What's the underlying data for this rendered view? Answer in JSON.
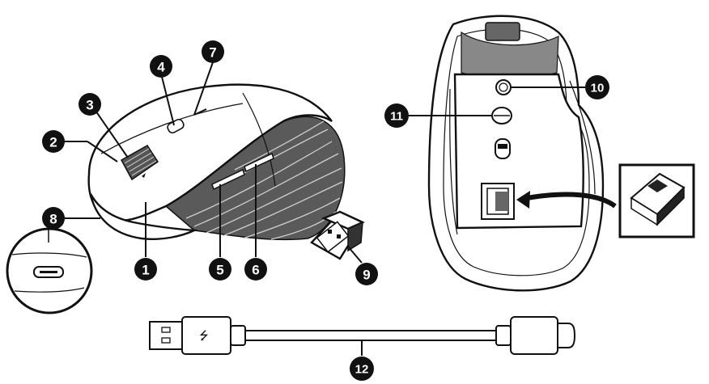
{
  "callouts": [
    {
      "id": "c1",
      "label": "1"
    },
    {
      "id": "c2",
      "label": "2"
    },
    {
      "id": "c3",
      "label": "3"
    },
    {
      "id": "c4",
      "label": "4"
    },
    {
      "id": "c5",
      "label": "5"
    },
    {
      "id": "c6",
      "label": "6"
    },
    {
      "id": "c7",
      "label": "7"
    },
    {
      "id": "c8",
      "label": "8"
    },
    {
      "id": "c9",
      "label": "9"
    },
    {
      "id": "c10",
      "label": "10"
    },
    {
      "id": "c11",
      "label": "11"
    },
    {
      "id": "c12",
      "label": "12"
    }
  ],
  "colors": {
    "ink": "#111111",
    "body_grey": "#5a5a5a",
    "background": "#ffffff"
  }
}
